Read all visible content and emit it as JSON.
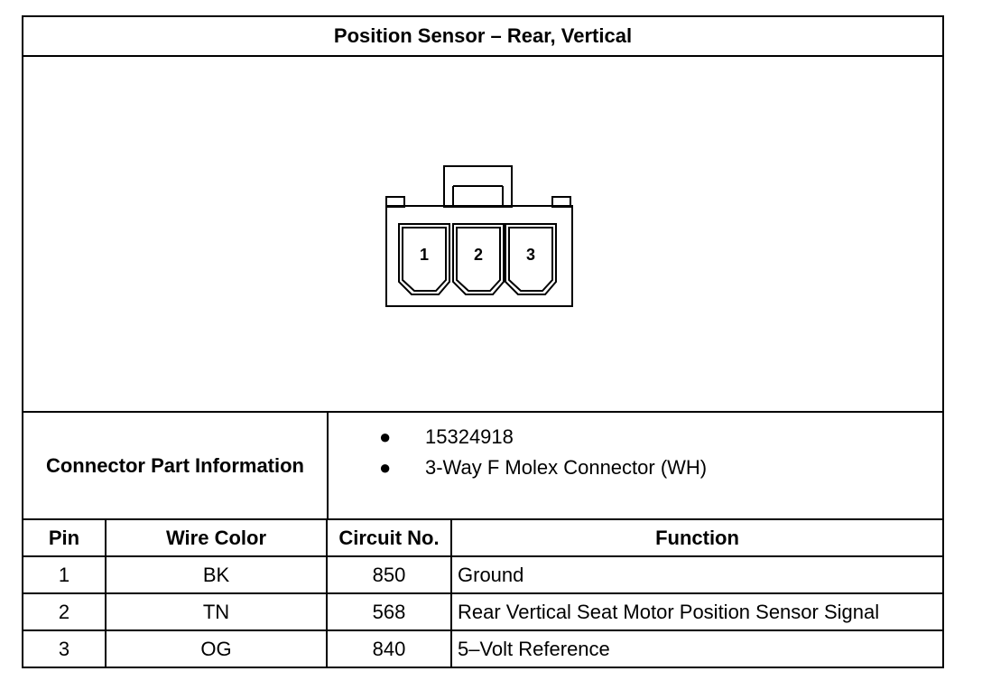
{
  "title": "Position Sensor – Rear, Vertical",
  "connector_diagram": {
    "cavities": [
      "1",
      "2",
      "3"
    ]
  },
  "connector_info": {
    "label": "Connector Part Information",
    "items": [
      "15324918",
      "3-Way F Molex Connector (WH)"
    ]
  },
  "pin_table": {
    "headers": [
      "Pin",
      "Wire Color",
      "Circuit No.",
      "Function"
    ],
    "rows": [
      [
        "1",
        "BK",
        "850",
        "Ground"
      ],
      [
        "2",
        "TN",
        "568",
        "Rear Vertical Seat Motor Position Sensor Signal"
      ],
      [
        "3",
        "OG",
        "840",
        "5–Volt Reference"
      ]
    ]
  }
}
